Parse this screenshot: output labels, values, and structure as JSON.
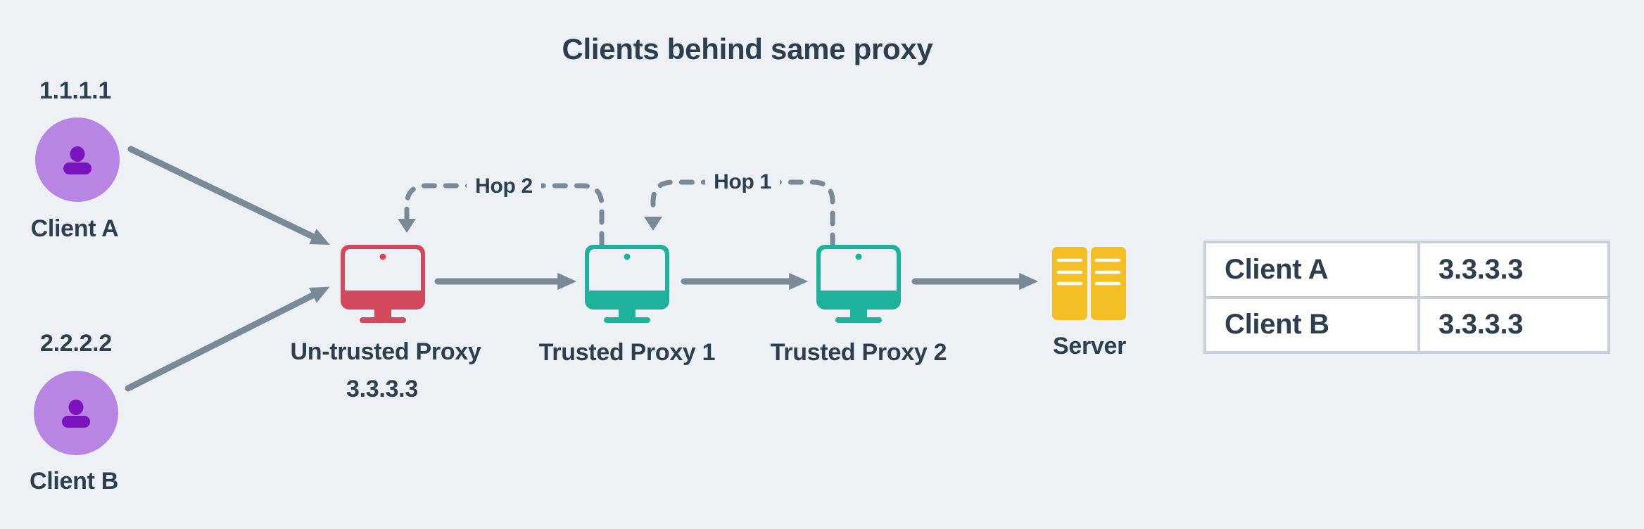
{
  "title": "Clients behind same proxy",
  "clients": {
    "a": {
      "ip": "1.1.1.1",
      "label": "Client A"
    },
    "b": {
      "ip": "2.2.2.2",
      "label": "Client B"
    }
  },
  "proxies": {
    "untrusted": {
      "label": "Un-trusted Proxy",
      "ip": "3.3.3.3"
    },
    "trusted1": {
      "label": "Trusted Proxy 1"
    },
    "trusted2": {
      "label": "Trusted Proxy 2"
    }
  },
  "server": {
    "label": "Server"
  },
  "hops": {
    "hop1": "Hop 1",
    "hop2": "Hop 2"
  },
  "result_table": {
    "rows": [
      {
        "client": "Client A",
        "ip": "3.3.3.3"
      },
      {
        "client": "Client B",
        "ip": "3.3.3.3"
      }
    ]
  },
  "colors": {
    "background": "#edf1f5",
    "text": "#2d3e4e",
    "arrow_gray": "#7b8996",
    "untrusted_red": "#d2495e",
    "trusted_teal": "#1fb29b",
    "server_yellow": "#f4bf25",
    "client_circle_purple": "#b886e2",
    "client_person_purple": "#7a12bd",
    "table_border": "#c7d0d9"
  }
}
